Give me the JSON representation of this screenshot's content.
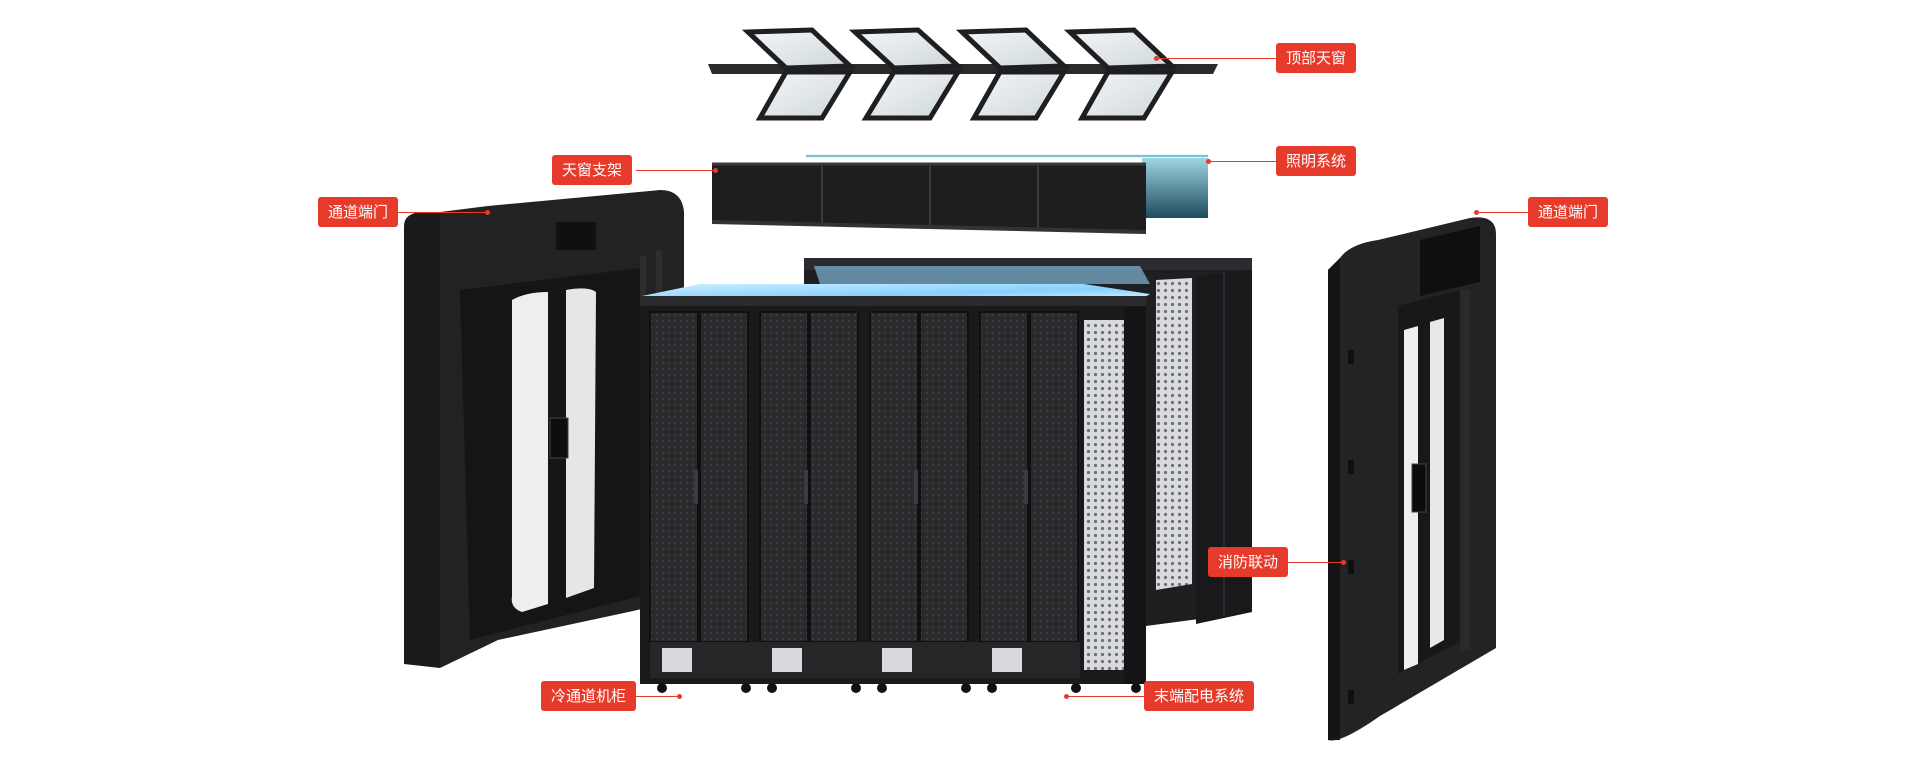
{
  "labels": {
    "top_skylight": "顶部天窗",
    "skylight_bracket": "天窗支架",
    "lighting_system": "照明系统",
    "aisle_end_door_left": "通道端门",
    "aisle_end_door_right": "通道端门",
    "fire_linkage": "消防联动",
    "cold_aisle_cabinet": "冷通道机柜",
    "power_distribution": "末端配电系统"
  },
  "colors": {
    "label_bg": "#e63a2a",
    "cabinet": "#1c1c1e",
    "glow": "#8fd8ff"
  }
}
